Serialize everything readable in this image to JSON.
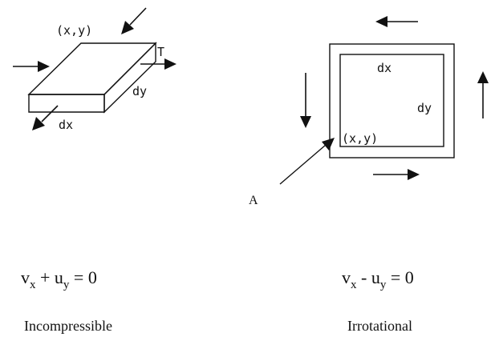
{
  "left_panel": {
    "labels": {
      "xy": "(x,y)",
      "T": "T",
      "dy": "dy",
      "dx": "dx"
    },
    "equation": {
      "v": "v",
      "v_sub": "x",
      "operator": " + ",
      "u": "u",
      "u_sub": "y",
      "rhs": " = 0"
    },
    "caption": "Incompressible"
  },
  "right_panel": {
    "labels": {
      "dx": "dx",
      "dy": "dy",
      "xy": "(x,y)",
      "A": "A"
    },
    "equation": {
      "v": "v",
      "v_sub": "x",
      "operator": " - ",
      "u": "u",
      "u_sub": "y",
      "rhs": " = 0"
    },
    "caption": "Irrotational"
  },
  "colors": {
    "ink": "#111111",
    "background": "#ffffff"
  }
}
